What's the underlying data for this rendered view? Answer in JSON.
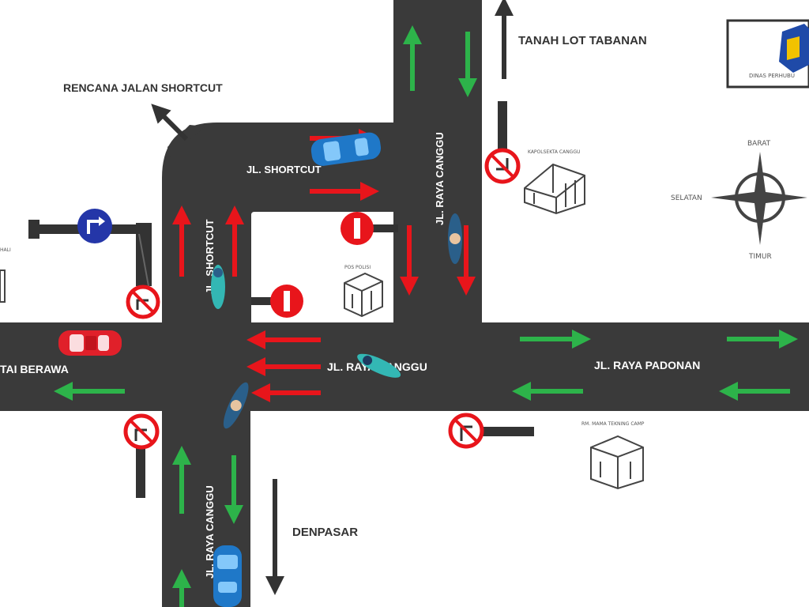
{
  "colors": {
    "road": "#3a3a3a",
    "flow_green": "#2db34a",
    "flow_red": "#e8151b",
    "direction": "#333333",
    "sign_red": "#e8151b",
    "sign_blue": "#2436a8",
    "car_red": "#e0202a",
    "car_blue": "#1f78c8",
    "scooter": "#33b7b4",
    "background": "#ffffff"
  },
  "labels": {
    "tanah_lot": "TANAH LOT TABANAN",
    "rencana": "RENCANA JALAN SHORTCUT",
    "denpasar": "DENPASAR",
    "berawa": "TAI BERAWA",
    "padonan": "JL. RAYA PADONAN",
    "shortcut_h": "JL. SHORTCUT",
    "shortcut_v": "JL. SHORTCUT",
    "canggu_center": "JL. RAYA CANGGU",
    "canggu_north": "JL. RAYA CANGGU",
    "canggu_south": "JL. RAYA CANGGU"
  },
  "compass": {
    "north": "BARAT",
    "west": "SELATAN",
    "south": "TIMUR"
  },
  "logo": {
    "text": "DINAS PERHUBU"
  },
  "buildings": {
    "top_right": "KAPOLSEKTA CANGGU",
    "center": "POS POLISI",
    "bottom_right": "RM. MAMA TEKNING CAMP",
    "left_edge": "HALI"
  },
  "icons": {
    "compass": "compass-rose-icon",
    "no_turn": "no-turn-sign-icon",
    "no_entry": "no-entry-sign-icon",
    "turn_ahead": "turn-ahead-sign-icon",
    "car": "car-icon",
    "scooter": "scooter-icon",
    "building": "building-icon",
    "logo": "logo-shield-icon"
  }
}
